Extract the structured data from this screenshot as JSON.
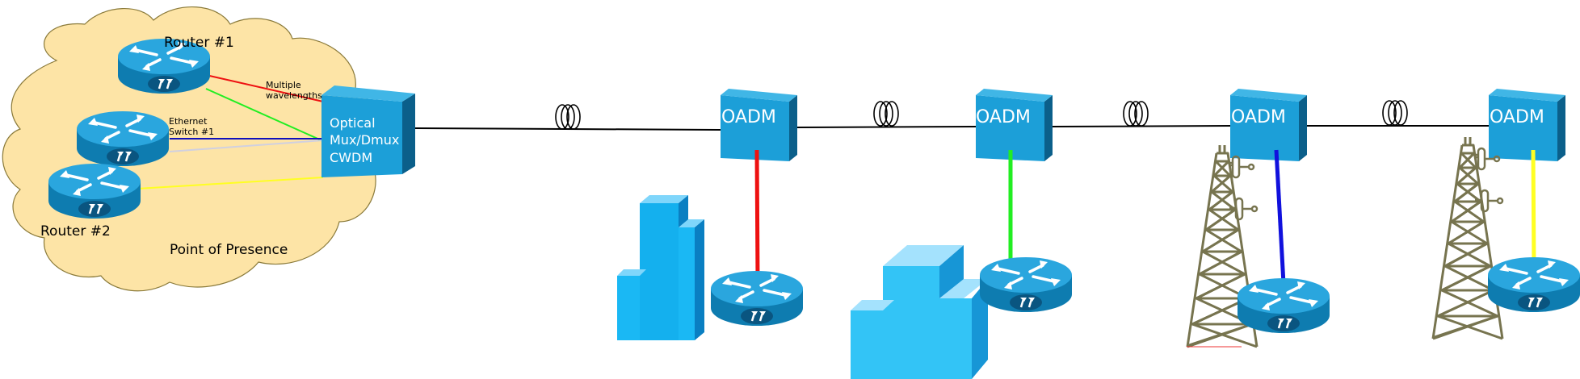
{
  "pop": {
    "router1_label": "Router #1",
    "router2_label": "Router #2",
    "switch_label_line1": "Ethernet",
    "switch_label_line2": "Switch #1",
    "wavelengths_line1": "Multiple",
    "wavelengths_line2": "wavelengths",
    "pop_label": "Point of Presence",
    "mux_line1": "Optical",
    "mux_line2": "Mux/Dmux",
    "mux_line3": "CWDM"
  },
  "oadms": [
    {
      "label": "OADM",
      "site": "office-tower",
      "color": "#ee1111"
    },
    {
      "label": "OADM",
      "site": "office-block",
      "color": "#22ee22"
    },
    {
      "label": "OADM",
      "site": "radio-tower",
      "color": "#1111dd"
    },
    {
      "label": "OADM",
      "site": "radio-tower",
      "color": "#ffff22"
    }
  ],
  "colors": {
    "cloud_fill": "#fde4a6",
    "cloud_stroke": "#8a7a3a",
    "device_blue": "#1b9fd6",
    "device_dark": "#0d6a96",
    "building_blue": "#1ab4f0",
    "tower_olive": "#77744f",
    "fiber": "#000000"
  }
}
